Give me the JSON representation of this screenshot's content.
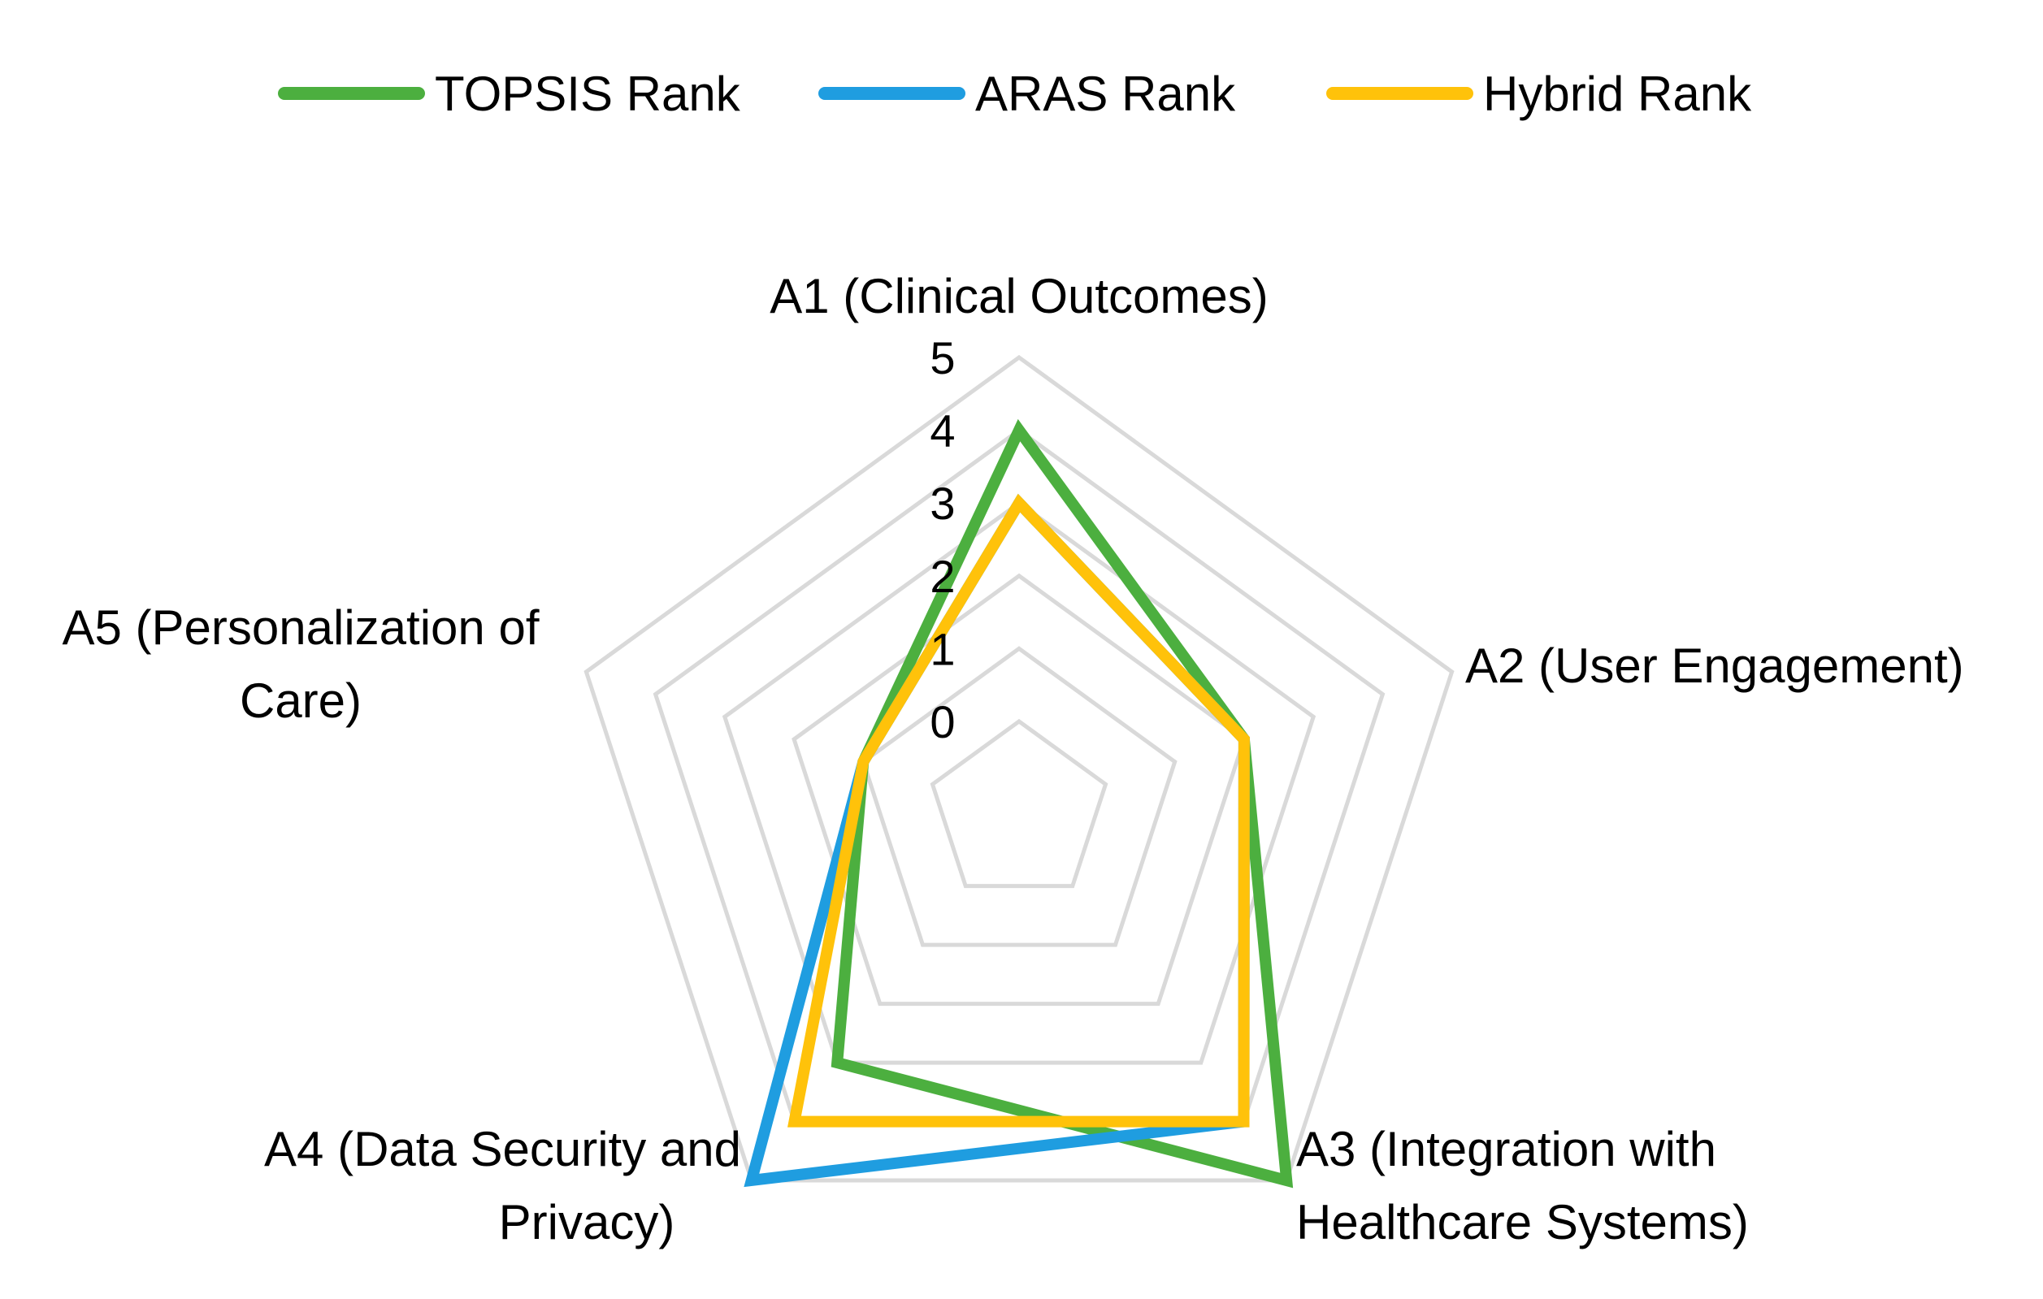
{
  "chart_data": {
    "type": "radar",
    "axes": [
      "A1 (Clinical Outcomes)",
      "A2 (User Engagement)",
      "A3 (Integration with Healthcare Systems)",
      "A4 (Data Security and Privacy)",
      "A5 (Personalization of Care)"
    ],
    "axis_label_lines": [
      [
        "A1 (Clinical Outcomes)"
      ],
      [
        "A2 (User Engagement)"
      ],
      [
        "A3 (Integration with",
        "Healthcare Systems)"
      ],
      [
        "A4 (Data Security and",
        "Privacy)"
      ],
      [
        "A5 (Personalization of",
        "Care)"
      ]
    ],
    "scale": {
      "min": 0,
      "max": 5,
      "ticks": [
        "0",
        "1",
        "2",
        "3",
        "4",
        "5"
      ]
    },
    "grid": true,
    "legend_position": "top",
    "series": [
      {
        "name": "TOPSIS Rank",
        "color": "#4CAF3F",
        "values": [
          4,
          2,
          5,
          3,
          1
        ]
      },
      {
        "name": "ARAS Rank",
        "color": "#1F9DE0",
        "values": [
          3,
          2,
          4,
          5,
          1
        ]
      },
      {
        "name": "Hybrid Rank",
        "color": "#FFC20A",
        "values": [
          3,
          2,
          4,
          4,
          1
        ]
      }
    ],
    "grid_color": "#D9D9D9"
  }
}
